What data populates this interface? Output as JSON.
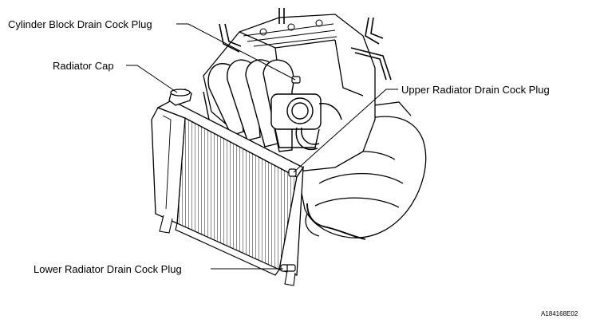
{
  "labels": {
    "cylinder_block_drain_cock_plug": "Cylinder Block Drain Cock Plug",
    "radiator_cap": "Radiator Cap",
    "upper_radiator_drain_cock_plug": "Upper Radiator Drain Cock Plug",
    "lower_radiator_drain_cock_plug": "Lower Radiator Drain Cock Plug"
  },
  "figure_code": "A184168E02"
}
